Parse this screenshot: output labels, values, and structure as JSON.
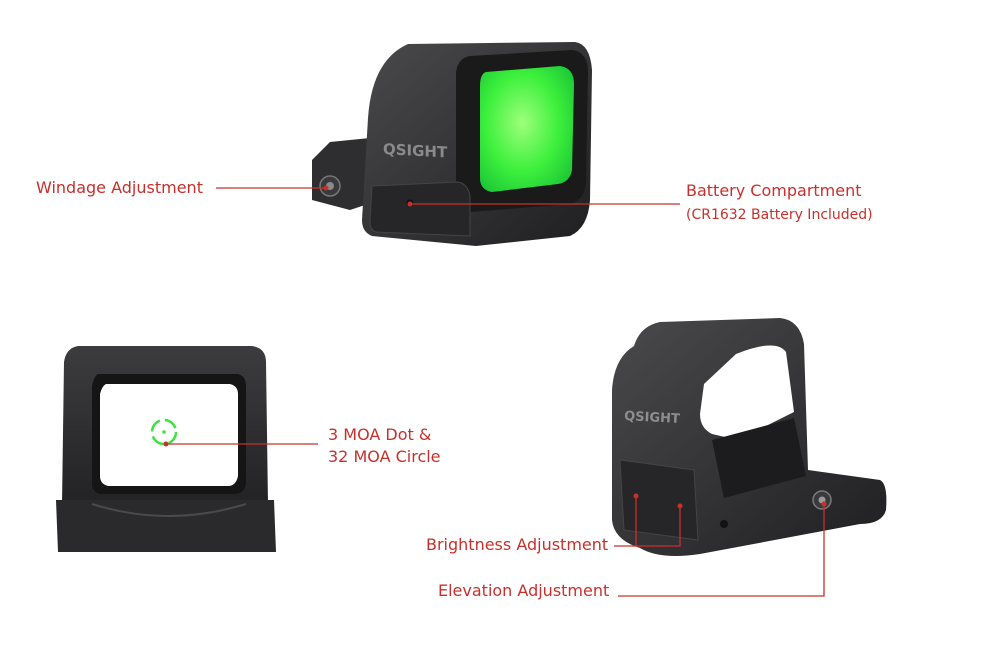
{
  "brand_text": "QSIGHT",
  "colors": {
    "accent": "#c8302b",
    "lens_green": "#3df03d",
    "body_dark": "#2b2b2d"
  },
  "labels": {
    "windage": "Windage Adjustment",
    "battery": "Battery Compartment",
    "battery_note": "(CR1632 Battery Included)",
    "reticle_line1": "3 MOA Dot &",
    "reticle_line2": "32 MOA Circle",
    "brightness": "Brightness Adjustment",
    "elevation": "Elevation Adjustment"
  }
}
